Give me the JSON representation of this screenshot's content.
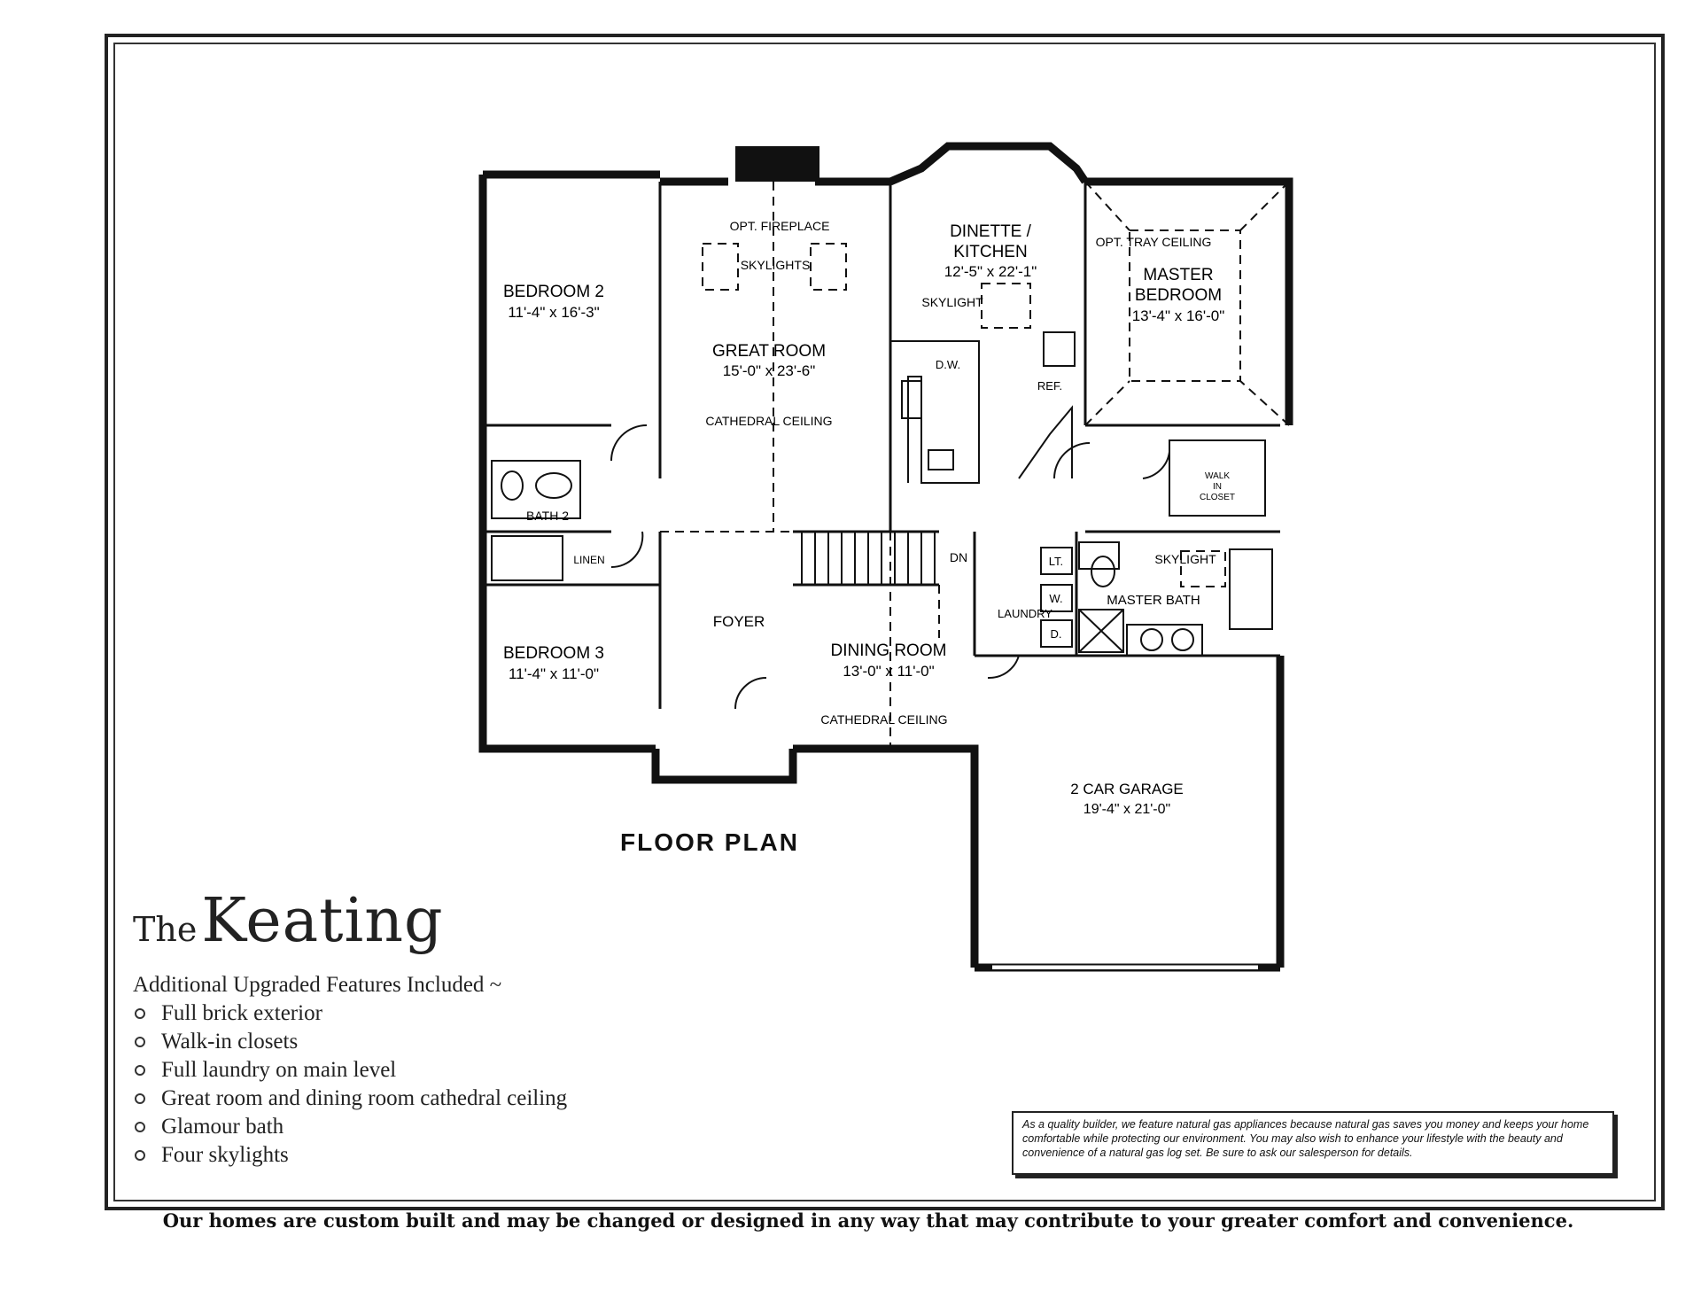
{
  "plan": {
    "title": "FLOOR PLAN",
    "rooms": {
      "bedroom2": {
        "name": "BEDROOM 2",
        "dim": "11'-4\" x 16'-3\""
      },
      "bedroom3": {
        "name": "BEDROOM 3",
        "dim": "11'-4\" x 11'-0\""
      },
      "great_room": {
        "name": "GREAT ROOM",
        "dim": "15'-0\" x 23'-6\"",
        "note": "CATHEDRAL CEILING"
      },
      "kitchen": {
        "name_line1": "DINETTE /",
        "name_line2": "KITCHEN",
        "dim": "12'-5\" x 22'-1\""
      },
      "master_bedroom": {
        "name_line1": "MASTER",
        "name_line2": "BEDROOM",
        "dim": "13'-4\" x 16'-0\""
      },
      "dining_room": {
        "name": "DINING ROOM",
        "dim": "13'-0\" x 11'-0\"",
        "note": "CATHEDRAL CEILING"
      },
      "foyer": {
        "name": "FOYER"
      },
      "bath2": {
        "name": "BATH 2"
      },
      "linen": {
        "name": "LINEN"
      },
      "laundry": {
        "name": "LAUNDRY"
      },
      "master_bath": {
        "name": "MASTER BATH"
      },
      "walk_in_closet": {
        "line1": "WALK",
        "line2": "IN",
        "line3": "CLOSET"
      },
      "garage": {
        "name": "2 CAR GARAGE",
        "dim": "19'-4\" x 21'-0\""
      }
    },
    "notes": {
      "fireplace": "OPT. FIREPLACE",
      "skylights": "SKYLIGHTS",
      "kitchen_skylight": "SKYLIGHT",
      "bath_skylight": "SKYLIGHT",
      "tray_ceiling": "OPT. TRAY CEILING",
      "dw": "D.W.",
      "ref": "REF.",
      "lt": "LT.",
      "w": "W.",
      "d": "D.",
      "dn": "DN"
    }
  },
  "brand": {
    "prefix": "The",
    "name": "Keating"
  },
  "features": {
    "heading": "Additional Upgraded Features Included ~",
    "items": [
      "Full brick exterior",
      "Walk-in closets",
      "Full laundry on main level",
      "Great room and dining room cathedral ceiling",
      "Glamour bath",
      "Four skylights"
    ]
  },
  "notice": "As a quality builder, we feature natural gas appliances because natural gas saves you money and keeps your home comfortable while protecting our environment. You may also wish to enhance your lifestyle with the beauty and convenience of a natural gas log set. Be sure to ask our salesperson for details.",
  "footer": "Our homes are custom built and may be changed or designed in any way that may contribute to your greater comfort and convenience."
}
